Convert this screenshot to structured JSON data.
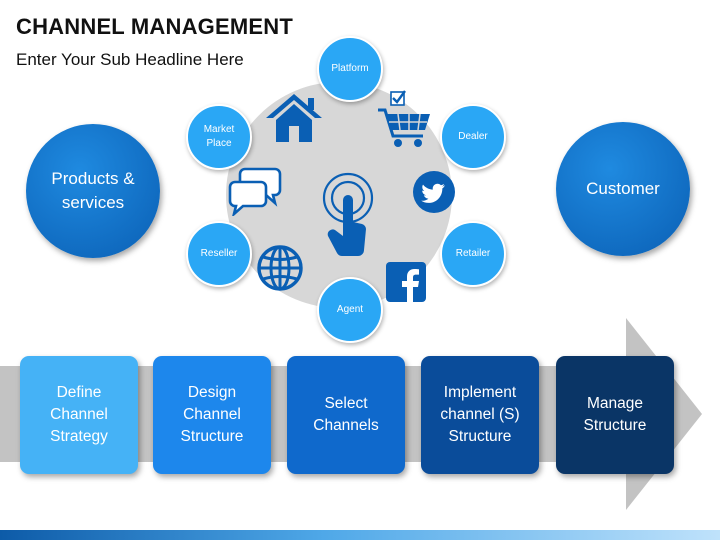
{
  "header": {
    "title": "CHANNEL MANAGEMENT",
    "subtitle": "Enter Your Sub Headline Here"
  },
  "left_circle": {
    "label": "Products  &\nservices"
  },
  "right_circle": {
    "label": "Customer"
  },
  "hub_nodes": [
    {
      "key": "platform",
      "label": "Platform"
    },
    {
      "key": "dealer",
      "label": "Dealer"
    },
    {
      "key": "retailer",
      "label": "Retailer"
    },
    {
      "key": "agent",
      "label": "Agent"
    },
    {
      "key": "reseller",
      "label": "Reseller"
    },
    {
      "key": "marketplace",
      "label": "Market\nPlace"
    }
  ],
  "hub_icons": [
    "home-icon",
    "shopping-cart-icon",
    "chat-bubbles-icon",
    "touch-hand-icon",
    "twitter-icon",
    "globe-icon",
    "facebook-icon"
  ],
  "steps": [
    {
      "label": "Define\nChannel\nStrategy",
      "color": "#45b2f6"
    },
    {
      "label": "Design\nChannel\nStructure",
      "color": "#1d87ec"
    },
    {
      "label": "Select\nChannels",
      "color": "#0f69cc"
    },
    {
      "label": "Implement\nchannel (S)\nStructure",
      "color": "#0a4c9a"
    },
    {
      "label": "Manage\nStructure",
      "color": "#0a3566"
    }
  ],
  "colors": {
    "accent_dark": "#0a5fb4",
    "node": "#2aa7f5",
    "hub": "#d7d7d7",
    "icon": "#0a5fb4",
    "arrow": "#c3c3c3"
  }
}
